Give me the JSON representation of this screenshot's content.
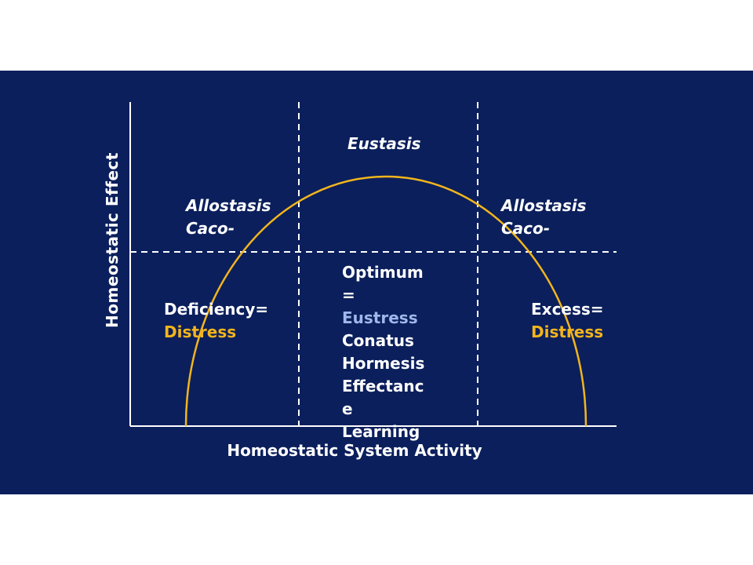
{
  "axes": {
    "y_label": "Homeostatic  Effect",
    "x_label": "Homeostatic System Activity"
  },
  "zones": {
    "top_center": "Eustasis",
    "top_left": {
      "line1": "Allostasis",
      "line2": "Caco-"
    },
    "top_right": {
      "line1": "Allostasis",
      "line2": "Caco-"
    },
    "bottom_left": {
      "line1": "Deficiency=",
      "line2": "Distress"
    },
    "bottom_right": {
      "line1": "Excess=",
      "line2": "Distress"
    },
    "bottom_center": {
      "lines": [
        "Optimum",
        "=",
        "Eustress",
        "Conatus",
        "Hormesis",
        "Effectanc",
        "e",
        "Learning"
      ]
    }
  },
  "colors": {
    "background": "#0b1f5c",
    "curve": "#f2b51c",
    "distress": "#f2b51c",
    "eustress": "#9fb7ea",
    "lines": "#ffffff"
  }
}
